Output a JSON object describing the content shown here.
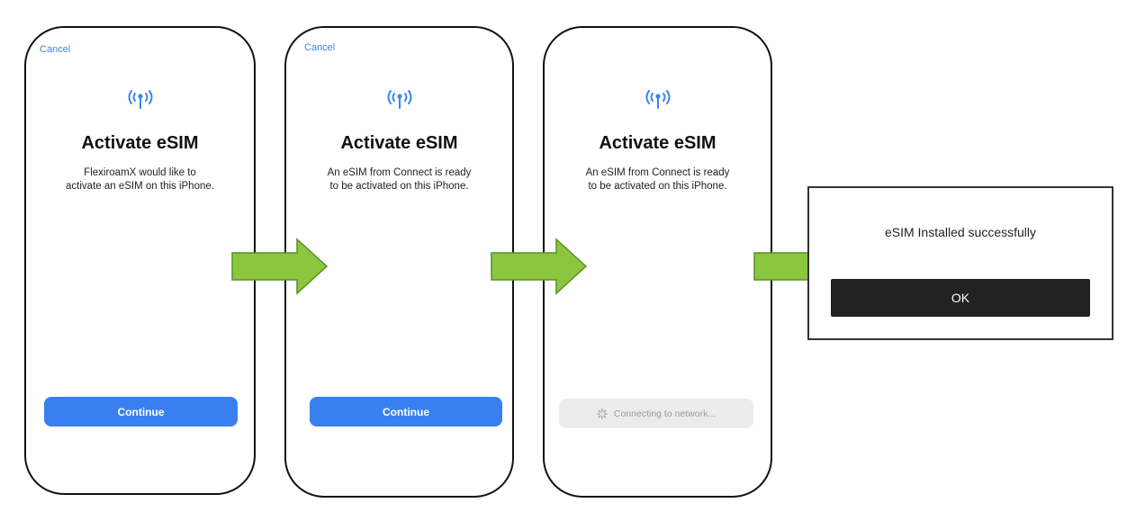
{
  "screens": [
    {
      "cancel": "Cancel",
      "icon": "antenna-icon",
      "title": "Activate eSIM",
      "description": [
        "FlexiroamX would like to",
        "activate an eSIM on this iPhone."
      ],
      "button": "Continue"
    },
    {
      "cancel": "Cancel",
      "icon": "antenna-icon",
      "title": "Activate eSIM",
      "description": [
        "An eSIM from Connect is ready",
        "to be activated on this iPhone."
      ],
      "button": "Continue"
    },
    {
      "icon": "antenna-icon",
      "title": "Activate eSIM",
      "description": [
        "An eSIM from Connect is ready",
        "to be activated on this iPhone."
      ],
      "status": "Connecting to network..."
    }
  ],
  "dialog": {
    "message": "eSIM Installed successfully",
    "button": "OK"
  },
  "colors": {
    "accent": "#3a7ff0",
    "link": "#3a86e8",
    "arrow_fill": "#8cc63f",
    "arrow_stroke": "#5a8f29",
    "dialog_button": "#222222",
    "disabled_button": "#ececec"
  }
}
